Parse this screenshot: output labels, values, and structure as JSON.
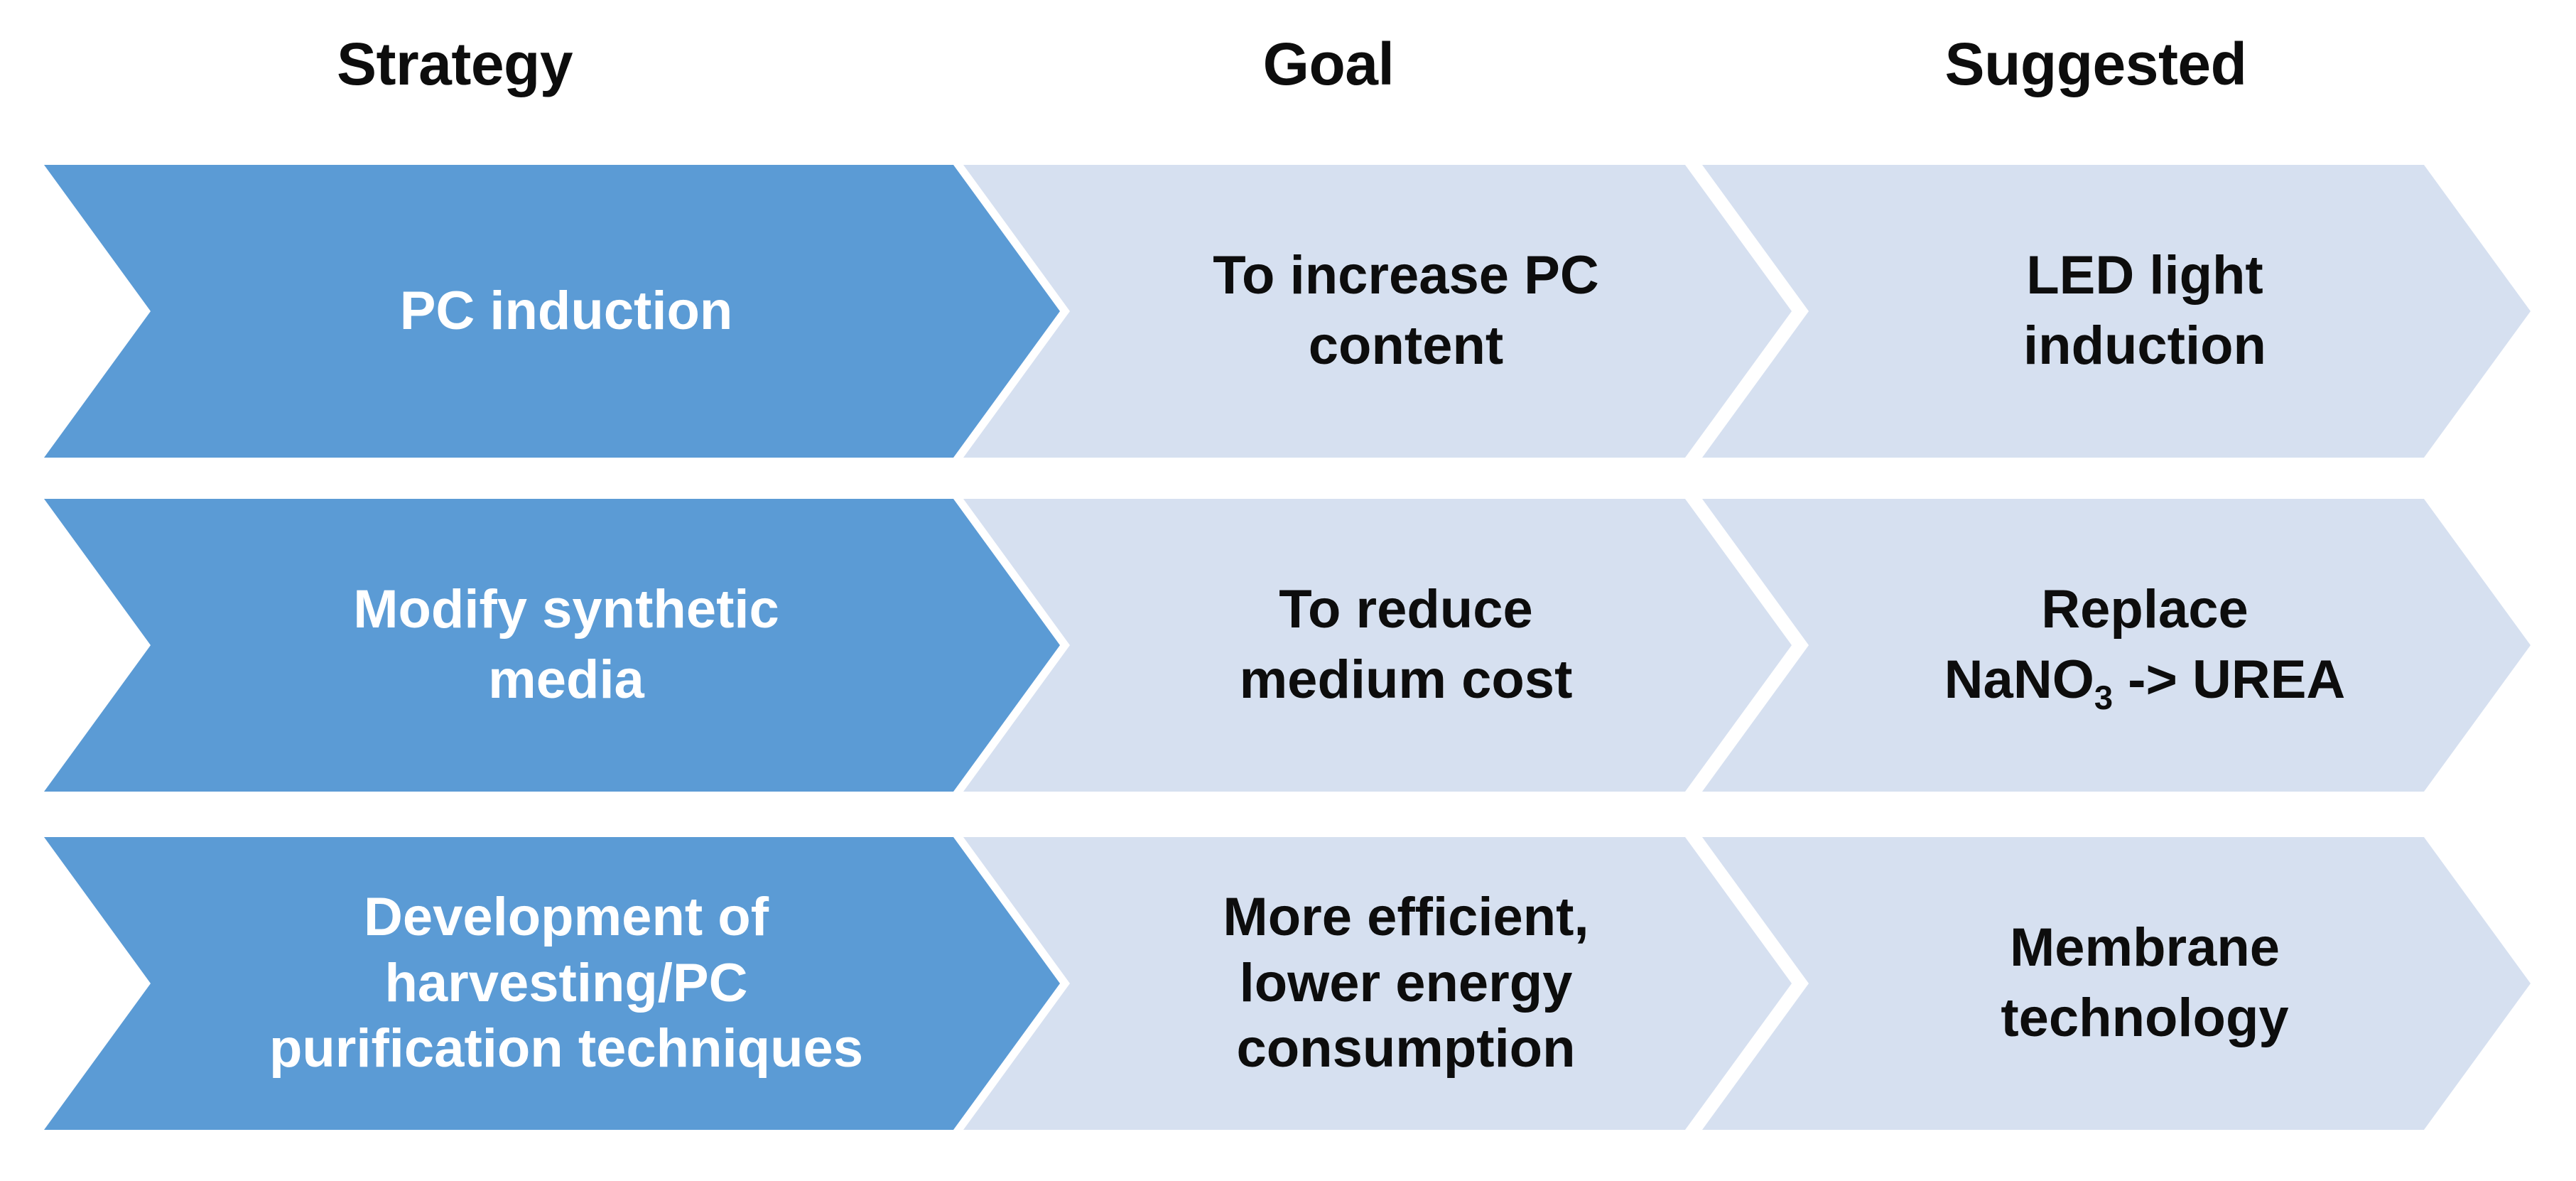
{
  "diagram": {
    "type": "chevron-process-table",
    "columns": [
      {
        "id": "strategy",
        "header": "Strategy"
      },
      {
        "id": "goal",
        "header": "Goal"
      },
      {
        "id": "suggested",
        "header": "Suggested"
      }
    ],
    "colors": {
      "accent_blue": "#5B9BD5",
      "light_blue": "#D6E0F0",
      "text_on_accent": "#FFFFFF",
      "text_on_light": "#0D0D0D",
      "background": "#FFFFFF"
    },
    "rows": [
      {
        "id": "row-1",
        "strategy": "PC induction",
        "goal": "To increase PC\ncontent",
        "suggested": "LED light\ninduction"
      },
      {
        "id": "row-2",
        "strategy": "Modify synthetic\nmedia",
        "goal": "To reduce\nmedium cost",
        "suggested_line1": "Replace",
        "suggested_formula_prefix": "NaNO",
        "suggested_formula_subscript": "3",
        "suggested_formula_suffix": " -> UREA"
      },
      {
        "id": "row-3",
        "strategy": "Development of\nharvesting/PC\npurification techniques",
        "goal": "More efficient,\nlower energy\nconsumption",
        "suggested": "Membrane\ntechnology"
      }
    ]
  }
}
